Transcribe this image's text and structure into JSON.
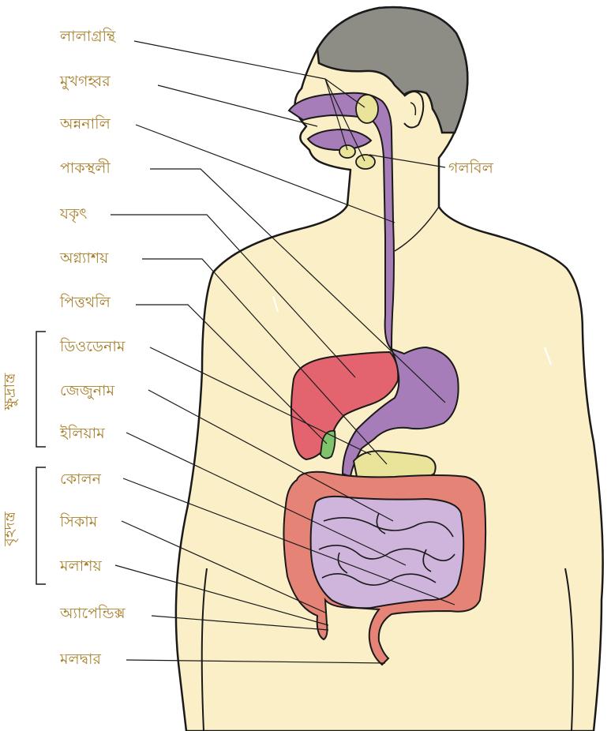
{
  "colors": {
    "label": "#a8802c",
    "skin": "#fbefc8",
    "outline": "#1a1a1a",
    "hair": "#8d8d86",
    "digestive_tract": "#a67db8",
    "small_intestine": "#cfb4db",
    "large_intestine": "#e48376",
    "liver": "#e3646e",
    "pancreas_glands": "#e9e49a",
    "gallbladder": "#7fc46a"
  },
  "labels": {
    "salivary_glands": "লালাগ্রন্থি",
    "oral_cavity": "মুখগহ্বর",
    "esophagus": "অন্ননালি",
    "stomach": "পাকস্থলী",
    "liver": "যকৃৎ",
    "pancreas": "অগ্ন্যাশয়",
    "gallbladder": "পিত্তথলি",
    "duodenum": "ডিওডেনাম",
    "jejunum": "জেজুনাম",
    "ileum": "ইলিয়াম",
    "colon": "কোলন",
    "cecum": "সিকাম",
    "rectum": "মলাশয়",
    "appendix": "অ্যাপেন্ডিক্স",
    "anus": "মলদ্বার",
    "pharynx": "গলবিল",
    "small_intestine_group": "ক্ষুদ্রান্ত্র",
    "large_intestine_group": "বৃহদন্ত্র"
  }
}
